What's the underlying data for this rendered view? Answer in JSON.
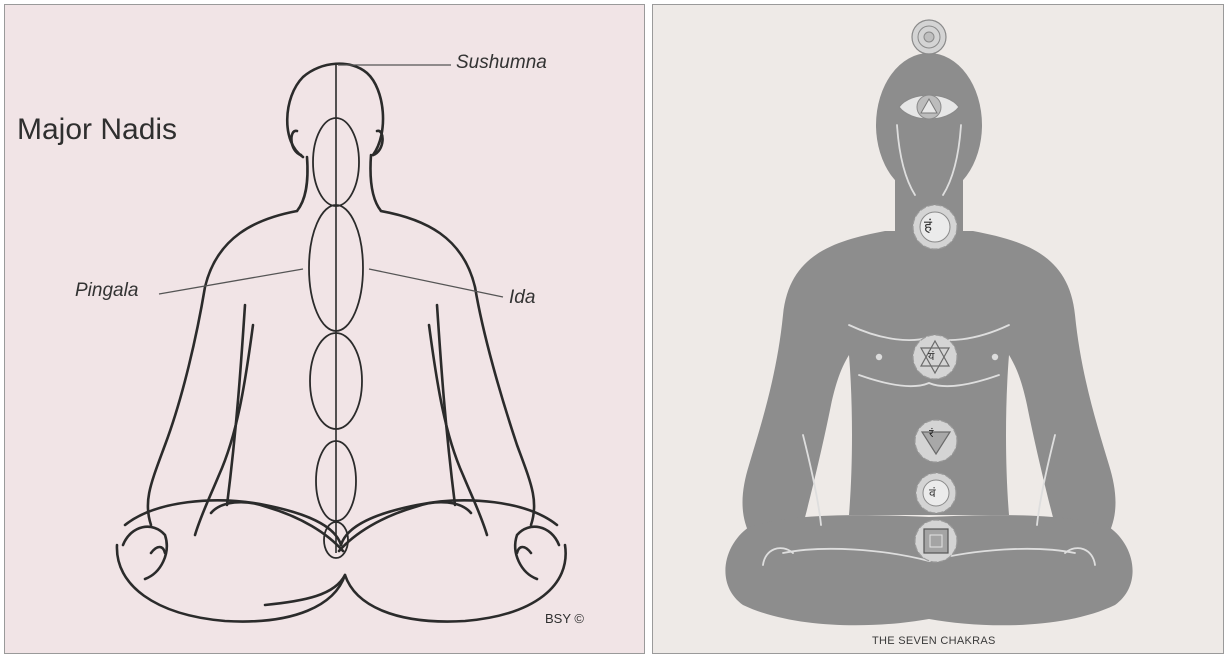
{
  "left_panel": {
    "title": "Major Nadis",
    "labels": {
      "sushumna": "Sushumna",
      "pingala": "Pingala",
      "ida": "Ida"
    },
    "credit": "BSY ©",
    "colors": {
      "background": "#f1e4e6",
      "ink": "#2b2b2b"
    }
  },
  "right_panel": {
    "caption": "THE SEVEN CHAKRAS",
    "chakra_glyphs": {
      "vishuddha": "हं",
      "anahata": "यं",
      "manipura": "रं",
      "svadhisthana": "वं"
    },
    "colors": {
      "background": "#eeeae7",
      "figure": "#8d8d8d",
      "chakra": "#d4d4d4"
    }
  }
}
